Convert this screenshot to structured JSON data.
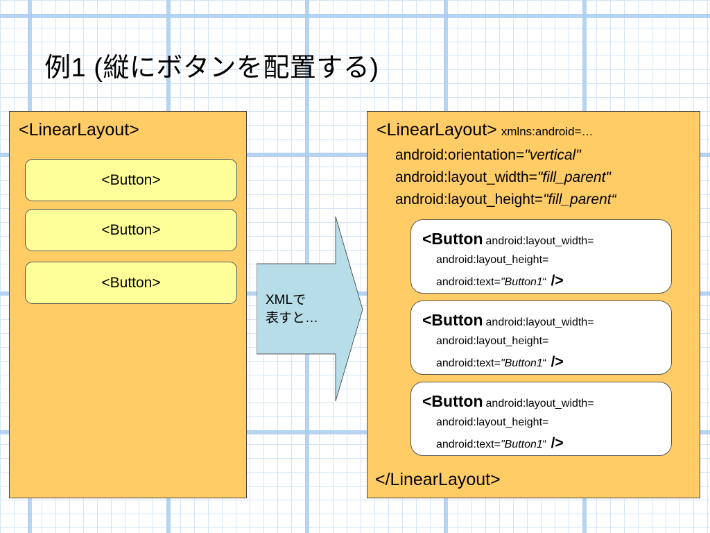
{
  "title": "例1 (縦にボタンを配置する)",
  "left_panel": {
    "heading": "<LinearLayout>",
    "buttons": [
      "<Button>",
      "<Button>",
      "<Button>"
    ]
  },
  "arrow": {
    "line1": "XMLで",
    "line2": "表すと…"
  },
  "right_panel": {
    "heading": "<LinearLayout>",
    "xmlns": "xmlns:android=…",
    "attrs": [
      {
        "name": "android:orientation=",
        "value": "\"vertical\""
      },
      {
        "name": "android:layout_width=",
        "value": "\"fill_parent\""
      },
      {
        "name": "android:layout_height=",
        "value": "\"fill_parent“"
      }
    ],
    "buttons": [
      {
        "tag": "<Button",
        "attr1": "android:layout_width=",
        "attr2": "android:layout_height=",
        "text_attr": "android:text=",
        "text_value": "\"Button1",
        "close_quote": "“",
        "closer": "/>"
      },
      {
        "tag": "<Button",
        "attr1": "android:layout_width=",
        "attr2": "android:layout_height=",
        "text_attr": "android:text=",
        "text_value": "\"Button1",
        "close_quote": "“",
        "closer": "/>"
      },
      {
        "tag": "<Button",
        "attr1": "android:layout_width=",
        "attr2": "android:layout_height=",
        "text_attr": "android:text=",
        "text_value": "\"Button1",
        "close_quote": "“",
        "closer": "/>"
      }
    ],
    "closing_tag": "</LinearLayout>"
  },
  "colors": {
    "panel_fill": "#ffcc66",
    "button_fill": "#ffff99",
    "code_box_fill": "#ffffff",
    "arrow_fill": "#b7dde8",
    "grid_line": "#aacdf0"
  }
}
